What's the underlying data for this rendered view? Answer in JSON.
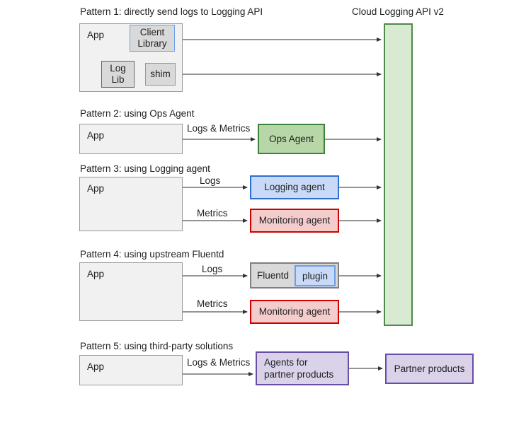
{
  "diagram": {
    "headers": {
      "cloud_api": "Cloud Logging API v2"
    },
    "patterns": [
      {
        "title": "Pattern 1: directly send logs to Logging API",
        "app_label": "App",
        "nodes": [
          {
            "name": "client-library",
            "label": "Client\nLibrary"
          },
          {
            "name": "log-lib",
            "label": "Log\nLib"
          },
          {
            "name": "shim",
            "label": "shim"
          }
        ],
        "edge_labels": []
      },
      {
        "title": "Pattern 2: using Ops Agent",
        "app_label": "App",
        "nodes": [
          {
            "name": "ops-agent",
            "label": "Ops Agent"
          }
        ],
        "edge_labels": [
          "Logs & Metrics"
        ]
      },
      {
        "title": "Pattern 3: using Logging agent",
        "app_label": "App",
        "nodes": [
          {
            "name": "logging-agent",
            "label": "Logging agent"
          },
          {
            "name": "monitoring-agent",
            "label": "Monitoring agent"
          }
        ],
        "edge_labels": [
          "Logs",
          "Metrics"
        ]
      },
      {
        "title": "Pattern 4: using upstream Fluentd",
        "app_label": "App",
        "nodes": [
          {
            "name": "fluentd",
            "label": "Fluentd"
          },
          {
            "name": "plugin",
            "label": "plugin"
          },
          {
            "name": "monitoring-agent",
            "label": "Monitoring agent"
          }
        ],
        "edge_labels": [
          "Logs",
          "Metrics"
        ]
      },
      {
        "title": "Pattern 5: using third-party solutions",
        "app_label": "App",
        "nodes": [
          {
            "name": "agents-for-partner-products",
            "label": "Agents for\npartner products"
          },
          {
            "name": "partner-products",
            "label": "Partner products"
          }
        ],
        "edge_labels": [
          "Logs & Metrics"
        ]
      }
    ],
    "colors": {
      "app_fill": "#f1f1f1",
      "app_stroke": "#999999",
      "green_fill": "#b7d7a8",
      "green_stroke": "#3c8039",
      "green_bar_fill": "#d9ead3",
      "green_bar_stroke": "#4e8a49",
      "blue_fill": "#c9daf8",
      "blue_stroke": "#2f6fd0",
      "red_fill": "#f4cccc",
      "red_stroke": "#cc0000",
      "purple_fill": "#d9d2e9",
      "purple_stroke": "#674ea7",
      "grey_fill": "#d9d9d9",
      "grey_stroke": "#7f7f7f",
      "edge_stroke": "#555555",
      "text": "#202124"
    }
  }
}
